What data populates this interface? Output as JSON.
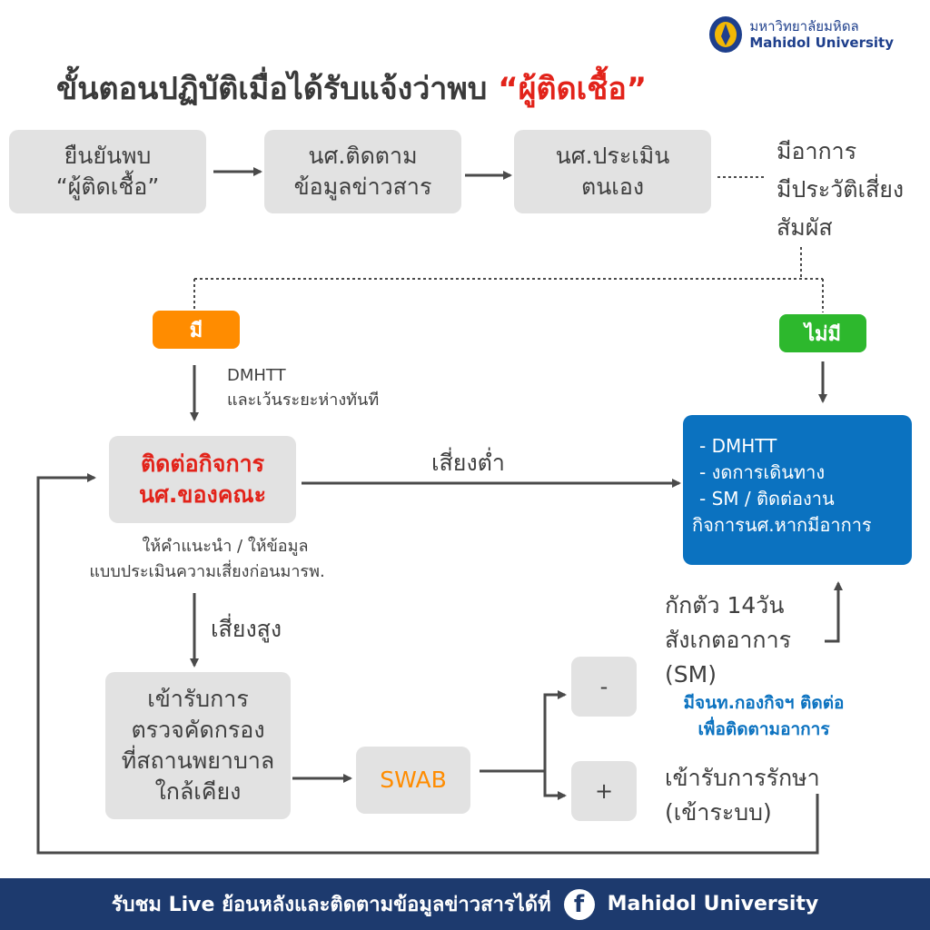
{
  "title": {
    "main": "ขั้นตอนปฏิบัติเมื่อได้รับแจ้งว่าพบ",
    "highlight": "“ผู้ติดเชื้อ”"
  },
  "logo": {
    "thai": "มหาวิทยาลัยมหิดล",
    "english": "Mahidol University",
    "icon": "mahidol-seal-icon"
  },
  "steps": {
    "confirm": [
      "ยืนยันพบ",
      "“ผู้ติดเชื้อ”"
    ],
    "follow": [
      "นศ.ติดตาม",
      "ข้อมูลข่าวสาร"
    ],
    "assess": [
      "นศ.ประเมิน",
      "ตนเอง"
    ]
  },
  "criteria": [
    "มีอาการ",
    "มีประวัติเสี่ยง",
    "สัมผัส"
  ],
  "branch": {
    "yes": "มี",
    "no": "ไม่มี",
    "yes_color": "#ff8c00",
    "no_color": "#2db82d"
  },
  "dmhtt_note": [
    "DMHTT",
    "และเว้นระยะห่างทันที"
  ],
  "contact": [
    "ติดต่อกิจการ",
    "นศ.ของคณะ"
  ],
  "contact_color": "#e2231a",
  "contact_note": [
    "ให้คำแนะนำ / ให้ข้อมูล",
    "แบบประเมินความเสี่ยงก่อนมารพ."
  ],
  "low_risk": "เสี่ยงต่ำ",
  "high_risk": "เสี่ยงสูง",
  "advice_box": [
    "- DMHTT",
    "- งดการเดินทาง",
    "- SM / ติดต่องาน",
    "กิจการนศ.หากมีอาการ"
  ],
  "screening": [
    "เข้ารับการ",
    "ตรวจคัดกรอง",
    "ที่สถานพยาบาล",
    "ใกล้เคียง"
  ],
  "swab": "SWAB",
  "swab_color": "#ff8c00",
  "result_negative": "-",
  "result_positive": "+",
  "quarantine": [
    "กักตัว 14วัน",
    "สังเกตอาการ",
    "(SM)"
  ],
  "staff_note": [
    "มีจนท.กองกิจฯ ติดต่อ",
    "เพื่อติดตามอาการ"
  ],
  "treatment": [
    "เข้ารับการรักษา",
    "(เข้าระบบ)"
  ],
  "footer": {
    "text": "รับชม Live ย้อนหลังและติดตามข้อมูลข่าวสารได้ที่",
    "page": "Mahidol University",
    "icon": "facebook-icon"
  },
  "colors": {
    "accent_blue": "#0b72c0",
    "footer_bg": "#1d3a6e",
    "box_gray": "#e2e2e2"
  }
}
